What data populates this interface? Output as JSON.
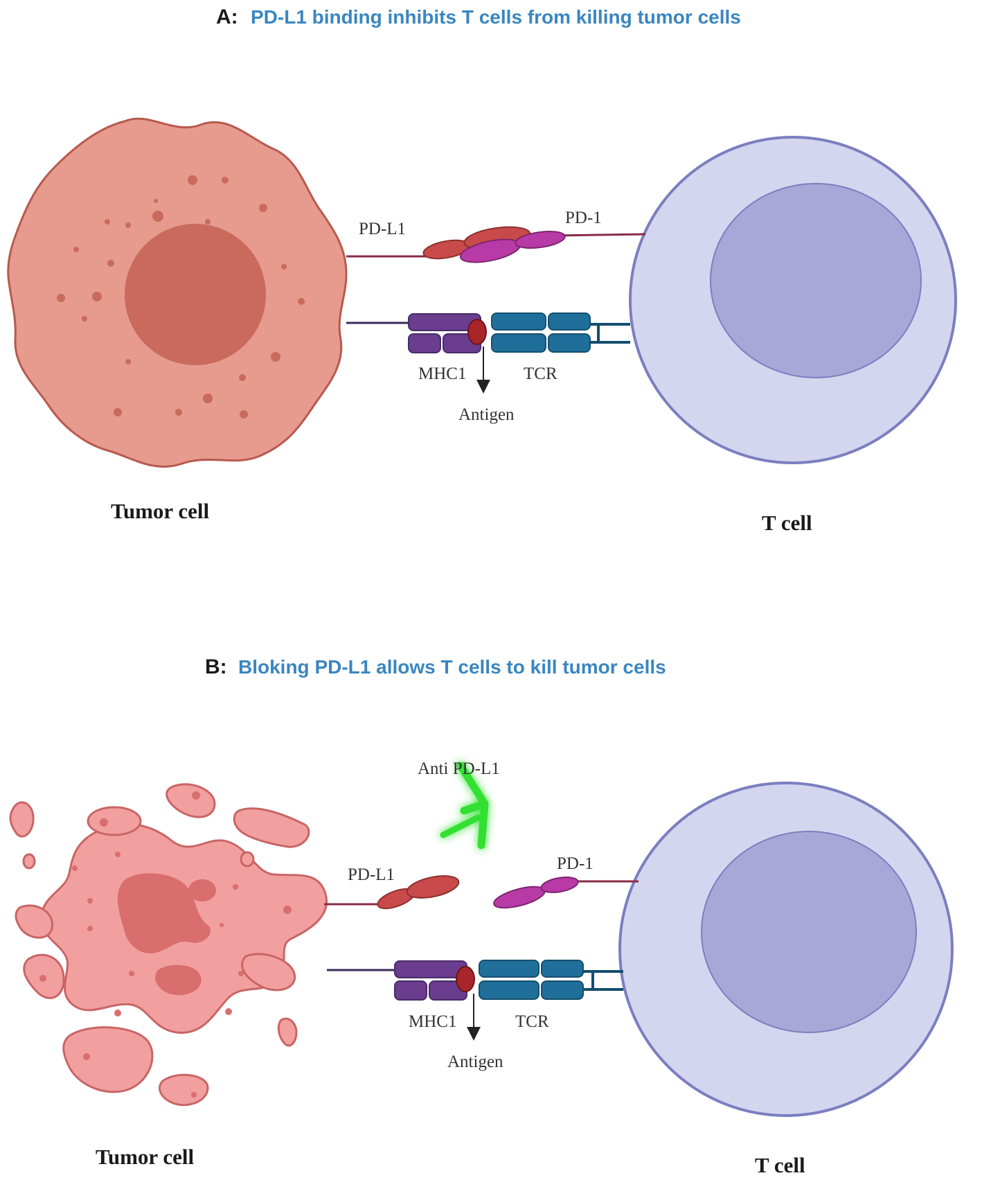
{
  "colors": {
    "title_blue": "#3a86c0",
    "tumor_a_fill": "#e79a8e",
    "tumor_a_stroke": "#b8594e",
    "tumor_nucleus": "#c96a5c",
    "tumor_b_fill": "#f29f9f",
    "tumor_b_stroke": "#c96565",
    "tcell_outer": "#d3d6ee",
    "tcell_stroke": "#7b7fc0",
    "tcell_inner": "#a8a7d8",
    "pdl1_red": "#c94a4a",
    "pd1_magenta": "#b83aa6",
    "mhc_purple": "#6a3d8f",
    "tcr_blue": "#1f6f9a",
    "antigen_red": "#a8262b",
    "antibody_green": "#33e033",
    "link_line": "#8a2b45"
  },
  "panel_a": {
    "letter": "A:",
    "title": "PD-L1 binding inhibits T cells from killing tumor cells",
    "pdl1_label": "PD-L1",
    "pd1_label": "PD-1",
    "mhc_label": "MHC1",
    "tcr_label": "TCR",
    "antigen_label": "Antigen",
    "tumor_label": "Tumor cell",
    "tcell_label": "T cell"
  },
  "panel_b": {
    "letter": "B:",
    "title": "Bloking PD-L1 allows T cells to kill tumor cells",
    "antibody_label": "Anti PD-L1",
    "pdl1_label": "PD-L1",
    "pd1_label": "PD-1",
    "mhc_label": "MHC1",
    "tcr_label": "TCR",
    "antigen_label": "Antigen",
    "tumor_label": "Tumor cell",
    "tcell_label": "T cell"
  }
}
